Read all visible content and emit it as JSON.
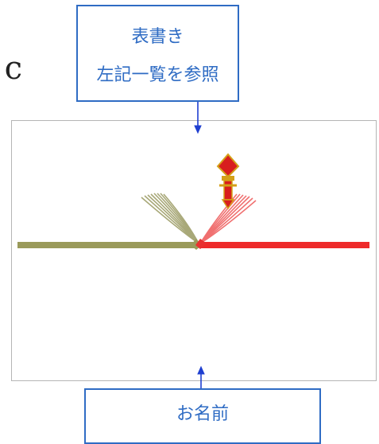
{
  "partial_text": "c",
  "top_label": {
    "line1": "表書き",
    "line2": "左記一覧を参照"
  },
  "bottom_label": {
    "line1": "お名前"
  },
  "colors": {
    "accent": "#2f6cc4",
    "arrow": "#1f3fd0",
    "left_cord": "#9a9a5a",
    "right_cord": "#ee2a2a",
    "noshi_gold": "#d4a017",
    "noshi_red": "#d81e1e",
    "frame": "#b5b5b5"
  }
}
